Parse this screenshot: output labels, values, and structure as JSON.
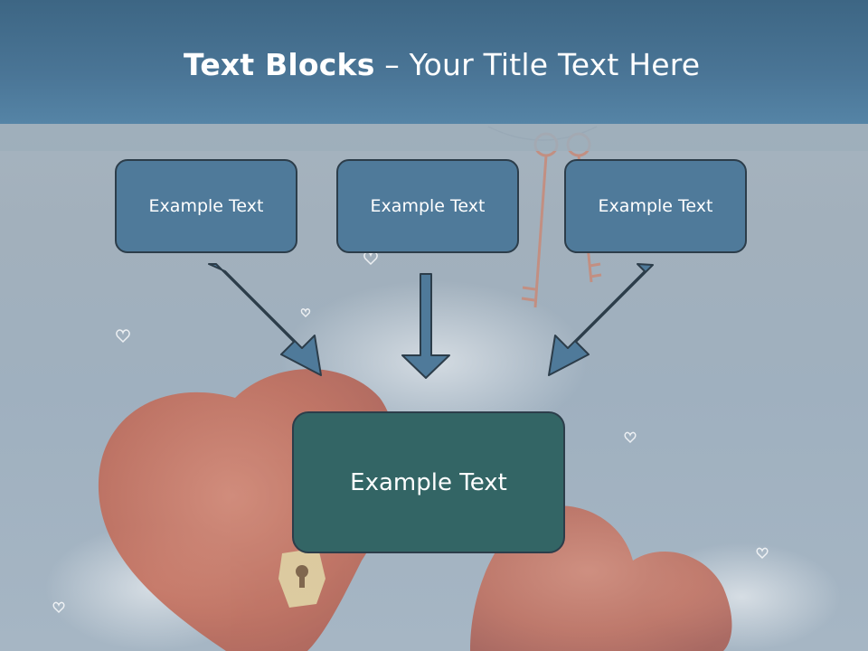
{
  "title": {
    "bold": "Text Blocks",
    "rest": " – Your Title Text Here"
  },
  "blocks": {
    "left": "Example Text",
    "center": "Example Text",
    "right": "Example Text",
    "target": "Example Text"
  },
  "colors": {
    "header": "#4a7596",
    "block_fill": "#4f7a9a",
    "target_fill": "#336565",
    "arrow_fill": "#4f7a9a",
    "border": "#2c3d4a"
  },
  "icons": {
    "arrows": [
      "arrow-down-right-icon",
      "arrow-down-icon",
      "arrow-down-left-icon"
    ],
    "background": [
      "heart-lock-image",
      "keys-image"
    ]
  }
}
